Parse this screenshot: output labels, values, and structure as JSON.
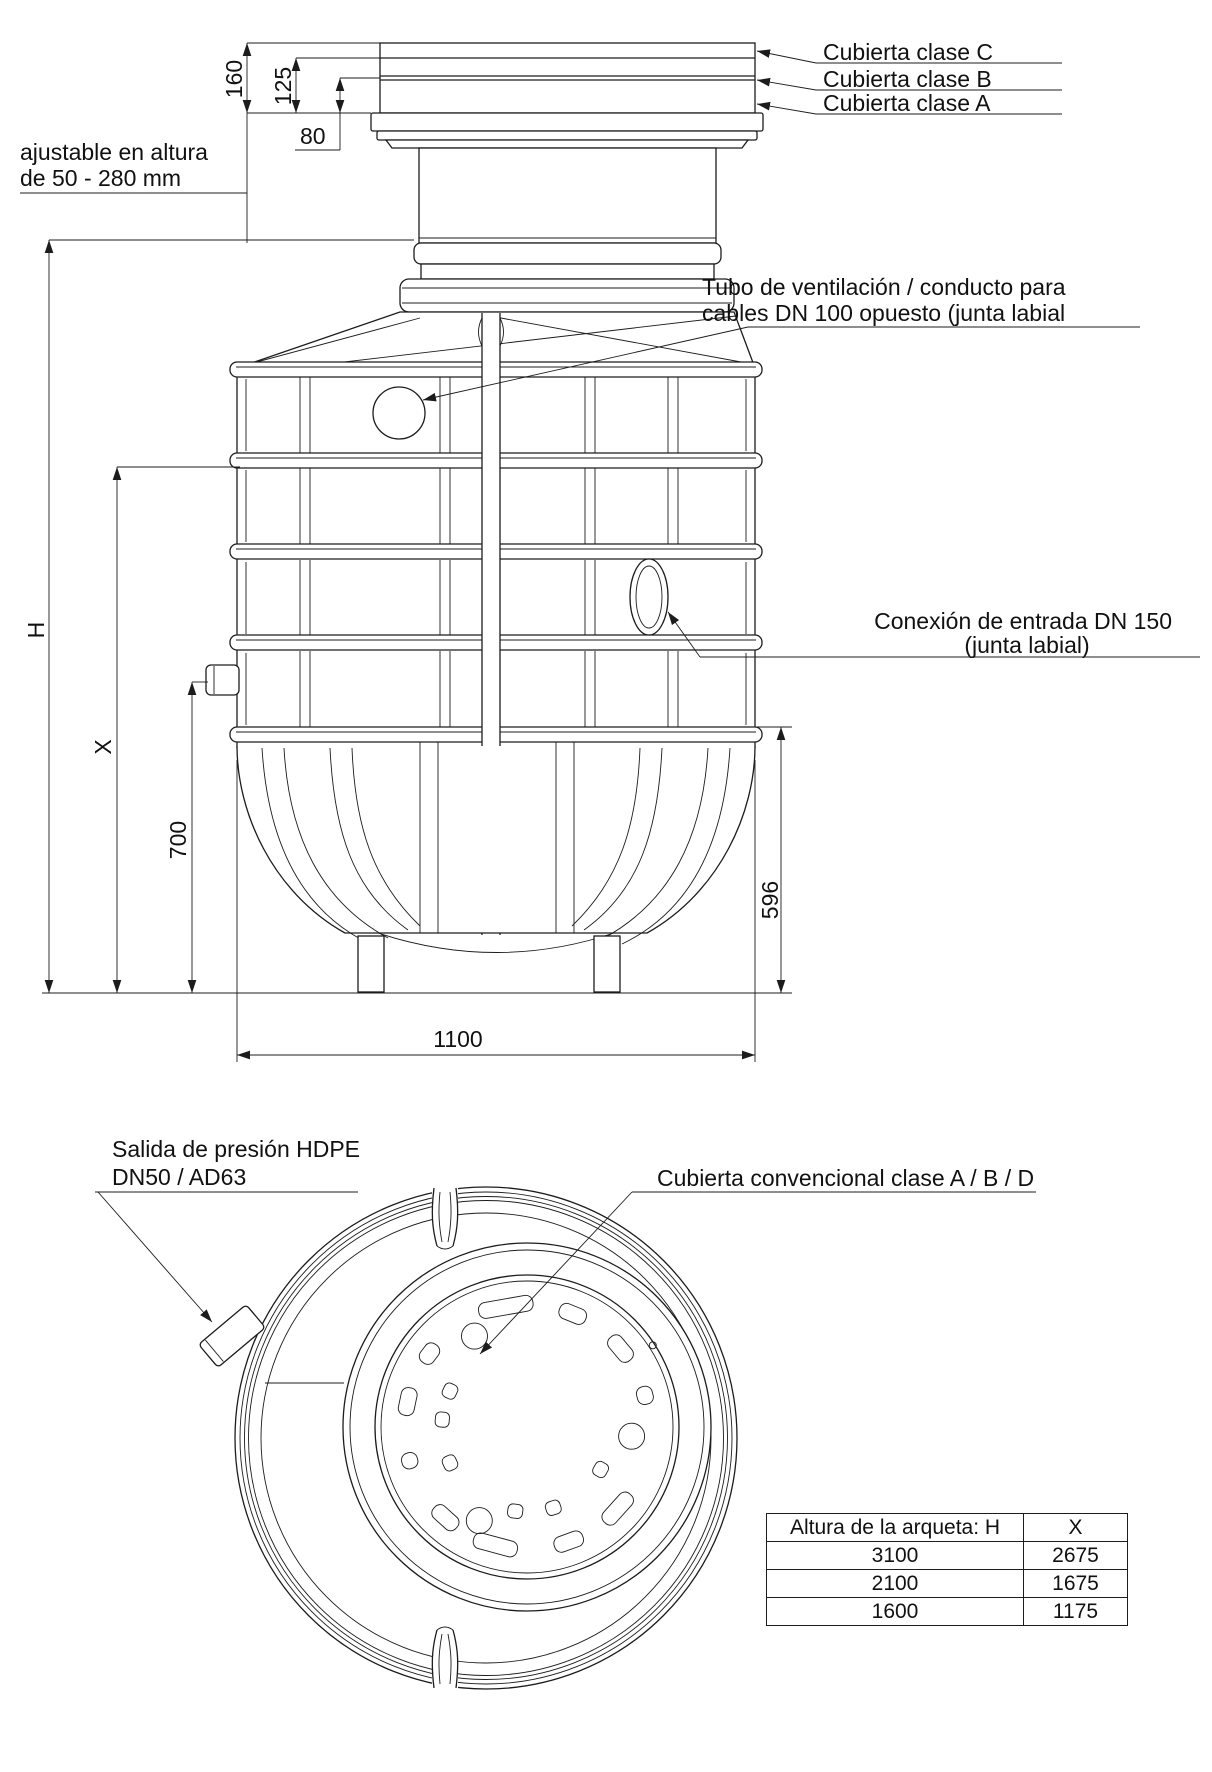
{
  "side_view": {
    "cover_labels": {
      "class_c": "Cubierta clase C",
      "class_b": "Cubierta clase B",
      "class_a": "Cubierta clase A"
    },
    "adjustable_note": {
      "line1": "ajustable en altura",
      "line2": "de 50 - 280 mm"
    },
    "vent_label": {
      "line1": "Tubo de ventilación / conducto para",
      "line2": "cables DN 100 opuesto (junta labial"
    },
    "inlet_label": {
      "line1": "Conexión de entrada DN 150",
      "line2": "(junta labial)"
    },
    "dims": {
      "top_total": "160",
      "top_mid": "125",
      "top_small": "80",
      "height": "H",
      "x_height": "X",
      "outlet_height": "700",
      "inlet_invert": "596",
      "diameter": "1100"
    }
  },
  "plan_view": {
    "pressure_outlet_label": {
      "line1": "Salida de presión HDPE",
      "line2": "DN50 / AD63"
    },
    "cover_label": "Cubierta convencional clase A / B / D"
  },
  "table": {
    "headers": [
      "Altura de la arqueta: H",
      "X"
    ],
    "rows": [
      [
        "3100",
        "2675"
      ],
      [
        "2100",
        "1675"
      ],
      [
        "1600",
        "1175"
      ]
    ]
  },
  "colors": {
    "line": "#1c1c1c",
    "text": "#111111",
    "background": "#ffffff"
  }
}
